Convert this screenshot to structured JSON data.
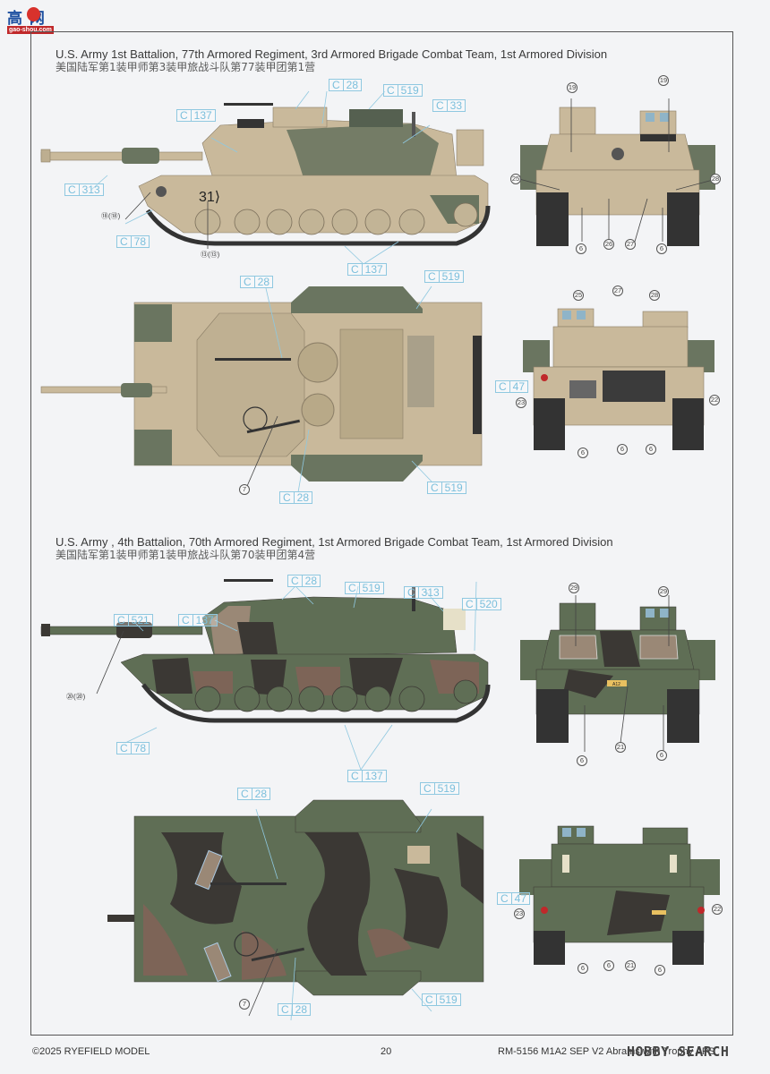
{
  "logo": {
    "chars": "高 网",
    "url": "gao-shou.com"
  },
  "scheme1": {
    "title_en": "U.S. Army 1st Battalion, 77th Armored Regiment, 3rd Armored Brigade Combat Team, 1st Armored Division",
    "title_cn": "美国陆军第1装甲师第3装甲旅战斗队第77装甲团第1营",
    "hull_marking": "31⟩",
    "side_view": {
      "callouts": [
        {
          "c": "C",
          "n": "28"
        },
        {
          "c": "C",
          "n": "519"
        },
        {
          "c": "C",
          "n": "33"
        },
        {
          "c": "C",
          "n": "137"
        },
        {
          "c": "C",
          "n": "313"
        },
        {
          "c": "C",
          "n": "78"
        },
        {
          "c": "C",
          "n": "137"
        }
      ],
      "markers": [
        "⑱(⑱)",
        "⑬(⑬)"
      ]
    },
    "front_view": {
      "markers": [
        "19",
        "19",
        "25",
        "28",
        "6",
        "26",
        "27",
        "6"
      ]
    },
    "top_view": {
      "callouts": [
        {
          "c": "C",
          "n": "28"
        },
        {
          "c": "C",
          "n": "519"
        },
        {
          "c": "C",
          "n": "519"
        },
        {
          "c": "C",
          "n": "28"
        }
      ],
      "markers": [
        "7"
      ]
    },
    "rear_view": {
      "callouts": [
        {
          "c": "C",
          "n": "47"
        }
      ],
      "markers": [
        "25",
        "27",
        "28",
        "23",
        "22",
        "6",
        "6",
        "6"
      ]
    }
  },
  "scheme2": {
    "title_en": "U.S. Army , 4th Battalion, 70th Armored Regiment, 1st Armored Brigade Combat Team, 1st Armored Division",
    "title_cn": "美国陆军第1装甲师第1装甲旅战斗队第70装甲团第4营",
    "plate": "A12",
    "side_view": {
      "callouts": [
        {
          "c": "C",
          "n": "28"
        },
        {
          "c": "C",
          "n": "519"
        },
        {
          "c": "C",
          "n": "313"
        },
        {
          "c": "C",
          "n": "520"
        },
        {
          "c": "C",
          "n": "521"
        },
        {
          "c": "C",
          "n": "137"
        },
        {
          "c": "C",
          "n": "78"
        },
        {
          "c": "C",
          "n": "137"
        }
      ],
      "markers": [
        "⑳(⑳)"
      ]
    },
    "front_view": {
      "markers": [
        "29",
        "29",
        "6",
        "21",
        "6"
      ]
    },
    "top_view": {
      "callouts": [
        {
          "c": "C",
          "n": "28"
        },
        {
          "c": "C",
          "n": "519"
        },
        {
          "c": "C",
          "n": "519"
        },
        {
          "c": "C",
          "n": "28"
        }
      ],
      "markers": [
        "7"
      ]
    },
    "rear_view": {
      "callouts": [
        {
          "c": "C",
          "n": "47"
        }
      ],
      "markers": [
        "23",
        "22",
        "6",
        "6",
        "21",
        "6"
      ]
    }
  },
  "footer": {
    "copyright": "©2025 RYEFIELD MODEL",
    "page": "20",
    "product": "RM-5156 M1A2 SEP V2 Abrams with Trophy APS",
    "watermark": "HOBBY SEARCH"
  },
  "colors": {
    "desert_tan": "#c9b99b",
    "od_green": "#6a7560",
    "camo_green": "#5f6e55",
    "camo_brown": "#7d6457",
    "camo_black": "#3b3834",
    "callout_blue": "#7bbfdc",
    "track": "#333333"
  }
}
